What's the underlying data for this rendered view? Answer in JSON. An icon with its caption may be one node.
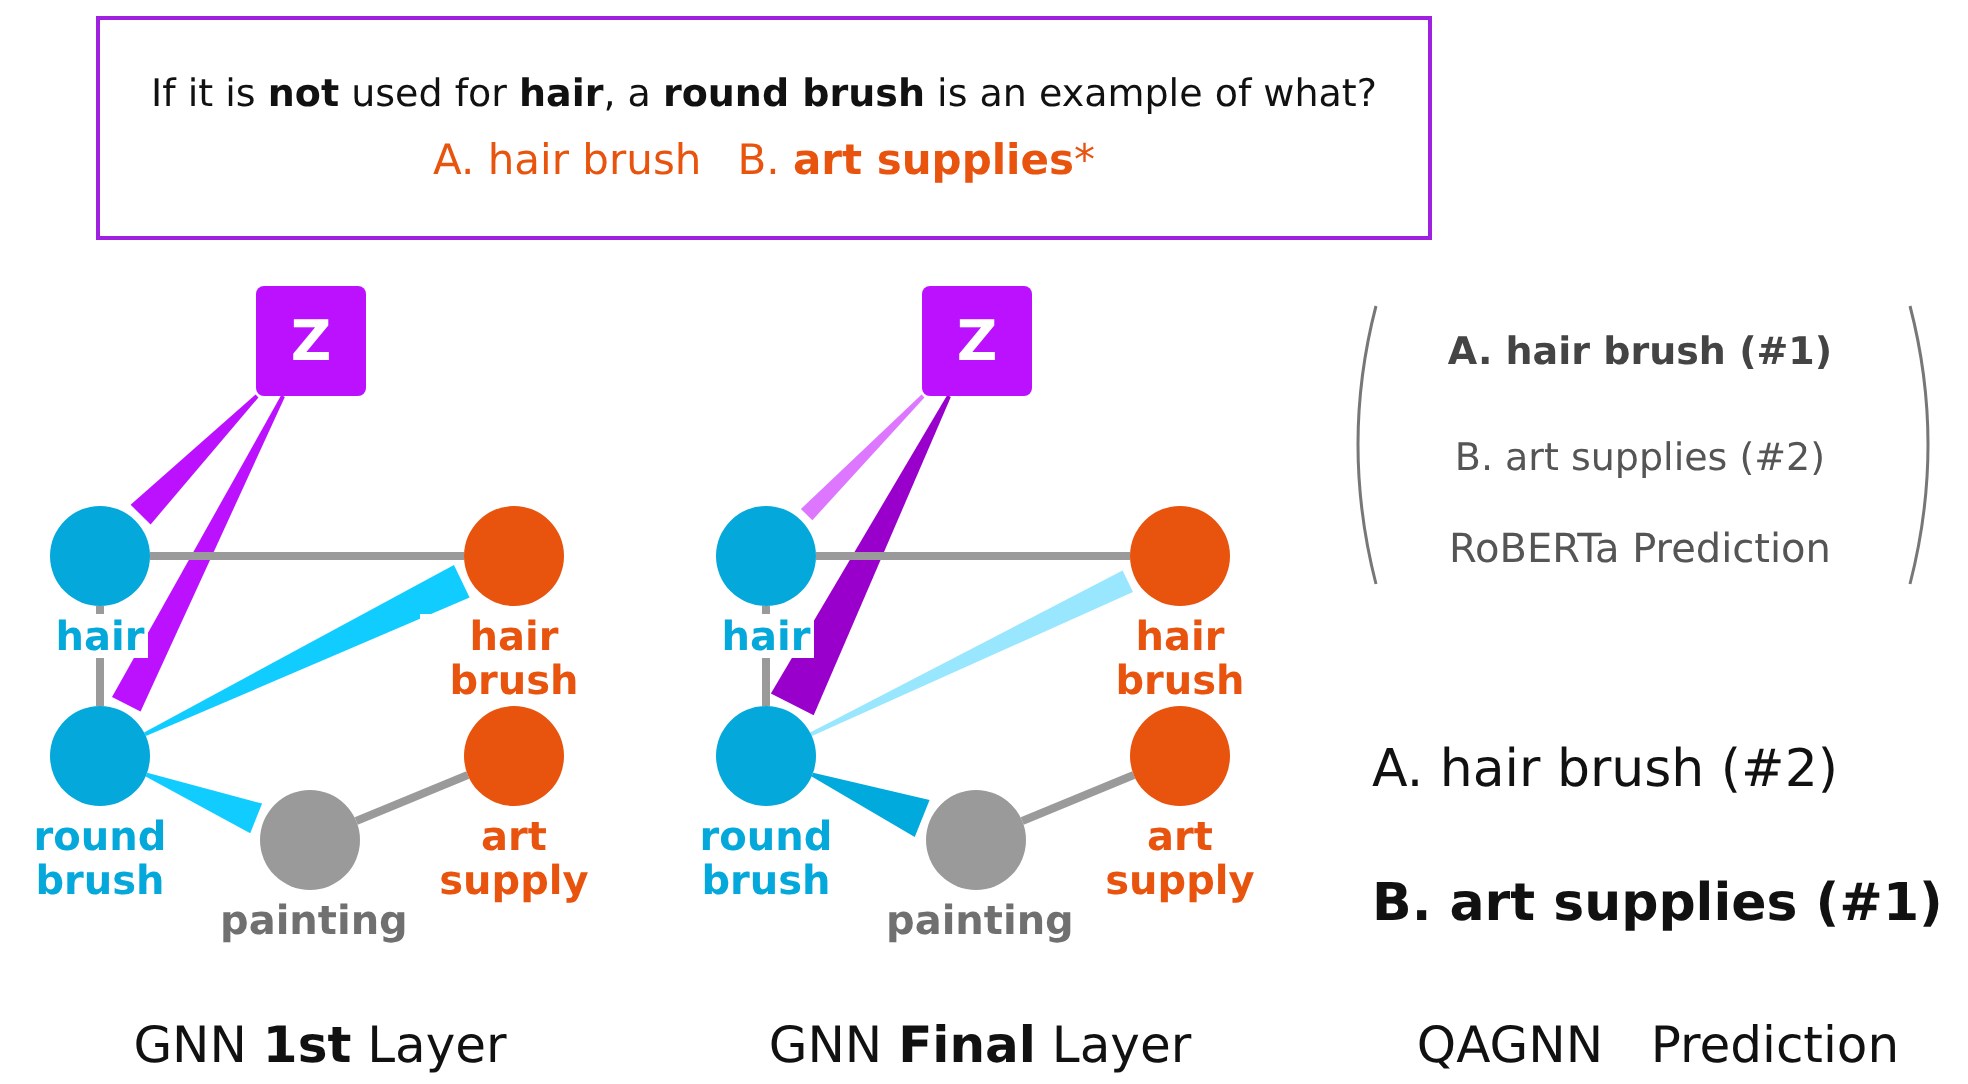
{
  "diagram": {
    "nodes": [
      {
        "text": [
          "If it is **not** used for **hair**, a **round brush** is an example of what?",
          "A. hair brush",
          "B. **art supplies***"
        ]
      },
      {
        "text": [
          "Z"
        ]
      },
      {
        "text": [
          "hair"
        ]
      },
      {
        "text": [
          "hair brush"
        ]
      },
      {
        "text": [
          "round brush"
        ]
      },
      {
        "text": [
          "art supply"
        ]
      },
      {
        "text": [
          "painting"
        ]
      },
      {
        "text": [
          "Z"
        ]
      },
      {
        "text": [
          "hair"
        ]
      },
      {
        "text": [
          "hair brush"
        ]
      },
      {
        "text": [
          "round brush"
        ]
      },
      {
        "text": [
          "art supply"
        ]
      },
      {
        "text": [
          "painting"
        ]
      }
    ],
    "edges": [
      {
        "from": 1,
        "to": 2,
        "arrow": "none",
        "style": "thick",
        "color": "#bb11ff"
      },
      {
        "from": 1,
        "to": 4,
        "arrow": "none",
        "style": "thick",
        "color": "#bb11ff"
      },
      {
        "from": 2,
        "to": 3,
        "arrow": "none"
      },
      {
        "from": 2,
        "to": 4,
        "arrow": "none"
      },
      {
        "from": 4,
        "to": 3,
        "arrow": "none",
        "style": "thick",
        "color": "#11ccff"
      },
      {
        "from": 4,
        "to": 6,
        "arrow": "none",
        "style": "thick",
        "color": "#11ccff"
      },
      {
        "from": 6,
        "to": 5,
        "arrow": "none"
      },
      {
        "from": 7,
        "to": 8,
        "arrow": "none",
        "style": "thick",
        "color": "#dd77ff"
      },
      {
        "from": 7,
        "to": 10,
        "arrow": "none",
        "style": "thick",
        "color": "#9900cc"
      },
      {
        "from": 8,
        "to": 9,
        "arrow": "none"
      },
      {
        "from": 8,
        "to": 10,
        "arrow": "none"
      },
      {
        "from": 10,
        "to": 9,
        "arrow": "none",
        "style": "thick",
        "color": "#99e6ff"
      },
      {
        "from": 10,
        "to": 12,
        "arrow": "none",
        "style": "thick",
        "color": "#00aadd"
      },
      {
        "from": 12,
        "to": 11,
        "arrow": "none"
      }
    ],
    "labels": [
      "A. hair brush (#1)",
      "B. art supplies (#2)",
      "RoBERTa Prediction",
      "A. hair brush (#2)",
      "B. art supplies (#1)",
      "GNN **1st** Layer",
      "GNN **Final** Layer",
      "QAGNN   Prediction"
    ]
  }
}
